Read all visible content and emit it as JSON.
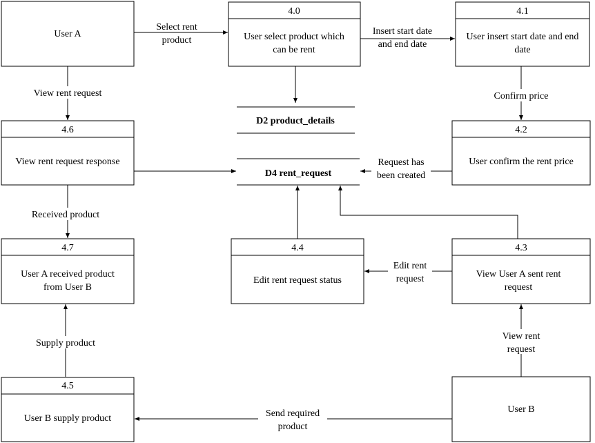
{
  "entities": {
    "user_a": {
      "label": "User A"
    },
    "user_b": {
      "label": "User B"
    }
  },
  "processes": {
    "p40": {
      "id": "4.0",
      "label_lines": [
        "User select product which",
        "can be rent"
      ]
    },
    "p41": {
      "id": "4.1",
      "label_lines": [
        "User insert start date and end",
        "date"
      ]
    },
    "p42": {
      "id": "4.2",
      "label_lines": [
        "User confirm the rent price"
      ]
    },
    "p43": {
      "id": "4.3",
      "label_lines": [
        "View User A sent rent",
        "request"
      ]
    },
    "p44": {
      "id": "4.4",
      "label_lines": [
        "Edit rent request status"
      ]
    },
    "p45": {
      "id": "4.5",
      "label_lines": [
        "User B supply product"
      ]
    },
    "p46": {
      "id": "4.6",
      "label_lines": [
        "View rent request response"
      ]
    },
    "p47": {
      "id": "4.7",
      "label_lines": [
        "User A received product",
        "from User B"
      ]
    }
  },
  "stores": {
    "d2": {
      "label": "D2 product_details"
    },
    "d4": {
      "label": "D4 rent_request"
    }
  },
  "flows": {
    "select_rent": {
      "lines": [
        "Select rent",
        "product"
      ]
    },
    "insert_dates": {
      "lines": [
        "Insert start date",
        "and end date"
      ]
    },
    "confirm_price": {
      "lines": [
        "Confirm price"
      ]
    },
    "request_created": {
      "lines": [
        "Request has",
        "been created"
      ]
    },
    "view_rent_a": {
      "lines": [
        "View rent request"
      ]
    },
    "received": {
      "lines": [
        "Received product"
      ]
    },
    "supply": {
      "lines": [
        "Supply product"
      ]
    },
    "edit_rent": {
      "lines": [
        "Edit rent",
        "request"
      ]
    },
    "view_rent_b": {
      "lines": [
        "View rent",
        "request"
      ]
    },
    "send_required": {
      "lines": [
        "Send required",
        "product"
      ]
    }
  }
}
